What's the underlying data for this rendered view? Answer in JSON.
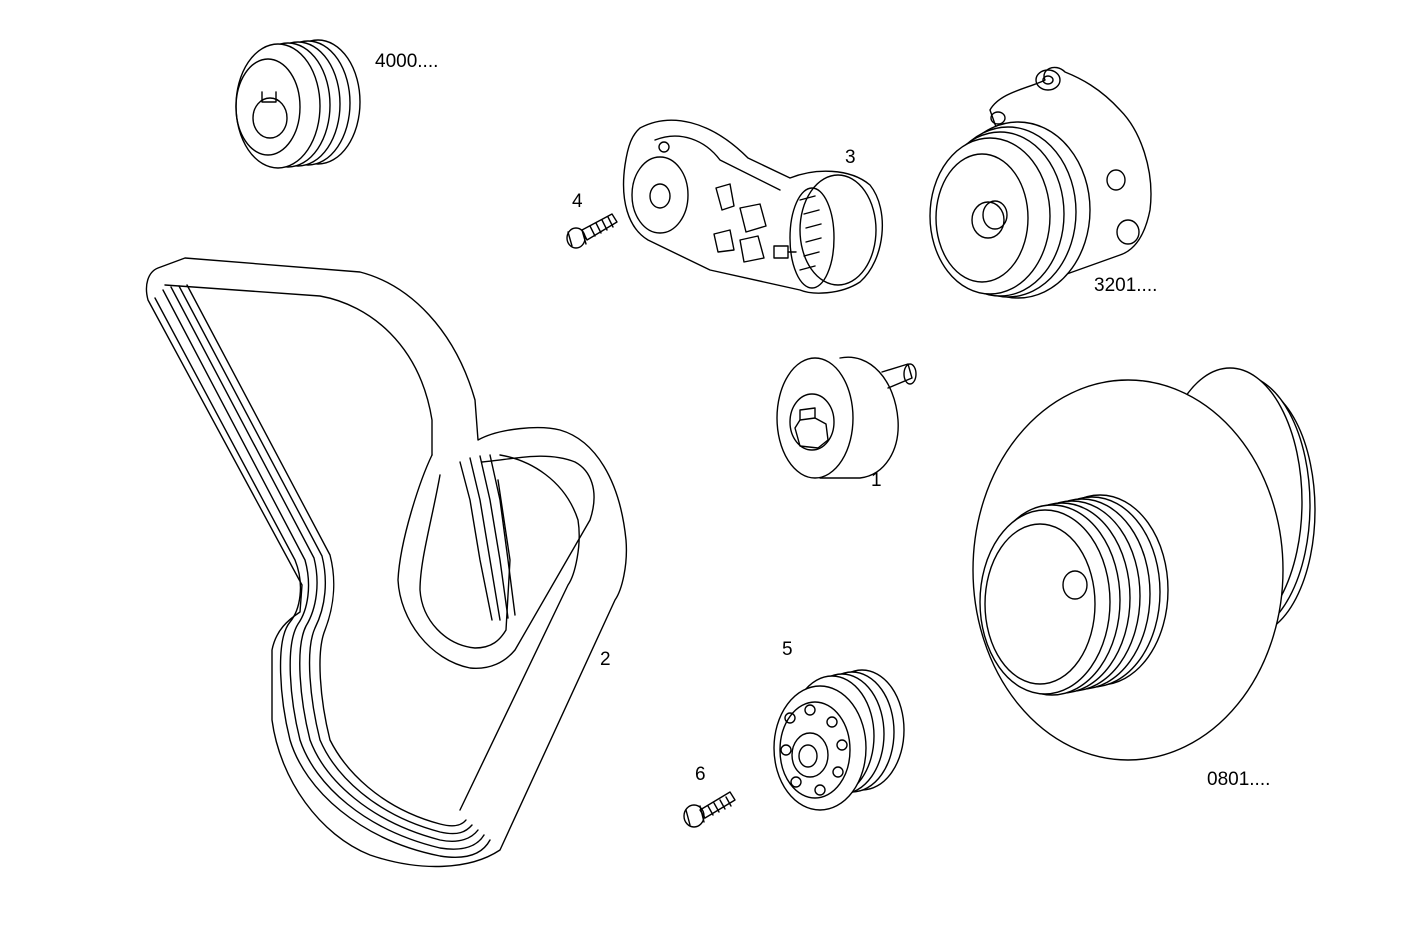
{
  "callouts": {
    "idler_roller": "1",
    "poly_v_belt": "2",
    "belt_tensioner": "3",
    "tensioner_screw": "4",
    "idler_pulley": "5",
    "pulley_screw": "6",
    "alternator_pulley_ref": "4000....",
    "water_pump_ref": "3201....",
    "crankshaft_damper_ref": "0801...."
  },
  "colors": {
    "line": "#000000",
    "background": "#ffffff"
  }
}
